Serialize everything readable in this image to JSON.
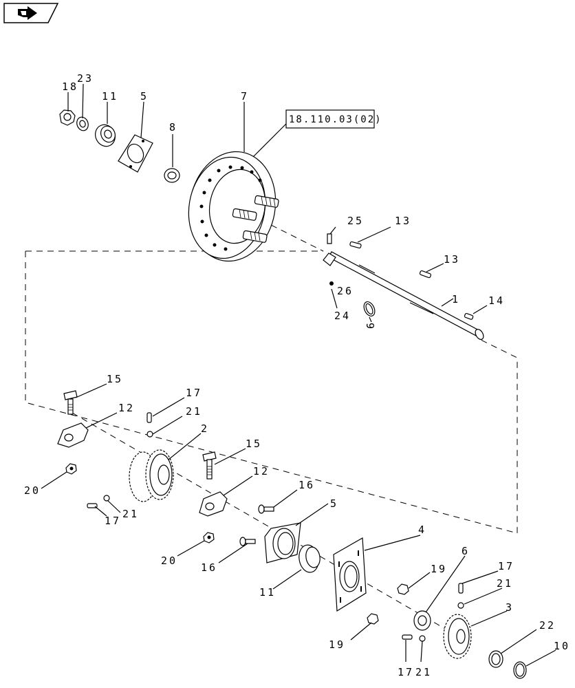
{
  "nav": {
    "icon": "back-arrow-icon"
  },
  "reference": {
    "label": "18.110.03(02)"
  },
  "callouts": [
    {
      "id": "c18a",
      "text": "18"
    },
    {
      "id": "c23",
      "text": "23"
    },
    {
      "id": "c11a",
      "text": "11"
    },
    {
      "id": "c5a",
      "text": "5"
    },
    {
      "id": "c8",
      "text": "8"
    },
    {
      "id": "c7",
      "text": "7"
    },
    {
      "id": "c25",
      "text": "25"
    },
    {
      "id": "c13a",
      "text": "13"
    },
    {
      "id": "c13b",
      "text": "13"
    },
    {
      "id": "c26",
      "text": "26"
    },
    {
      "id": "c24",
      "text": "24"
    },
    {
      "id": "c1",
      "text": "1"
    },
    {
      "id": "c14",
      "text": "14"
    },
    {
      "id": "c9",
      "text": "9"
    },
    {
      "id": "c15a",
      "text": "15"
    },
    {
      "id": "c12a",
      "text": "12"
    },
    {
      "id": "c17a",
      "text": "17"
    },
    {
      "id": "c21a",
      "text": "21"
    },
    {
      "id": "c2",
      "text": "2"
    },
    {
      "id": "c20a",
      "text": "20"
    },
    {
      "id": "c17b",
      "text": "17"
    },
    {
      "id": "c21b",
      "text": "21"
    },
    {
      "id": "c15b",
      "text": "15"
    },
    {
      "id": "c12b",
      "text": "12"
    },
    {
      "id": "c16a",
      "text": "16"
    },
    {
      "id": "c5b",
      "text": "5"
    },
    {
      "id": "c20b",
      "text": "20"
    },
    {
      "id": "c16b",
      "text": "16"
    },
    {
      "id": "c4",
      "text": "4"
    },
    {
      "id": "c11b",
      "text": "11"
    },
    {
      "id": "c19a",
      "text": "19"
    },
    {
      "id": "c6",
      "text": "6"
    },
    {
      "id": "c17c",
      "text": "17"
    },
    {
      "id": "c21c",
      "text": "21"
    },
    {
      "id": "c3",
      "text": "3"
    },
    {
      "id": "c19b",
      "text": "19"
    },
    {
      "id": "c22",
      "text": "22"
    },
    {
      "id": "c10",
      "text": "10"
    },
    {
      "id": "c17d",
      "text": "17"
    },
    {
      "id": "c21d",
      "text": "21"
    }
  ]
}
